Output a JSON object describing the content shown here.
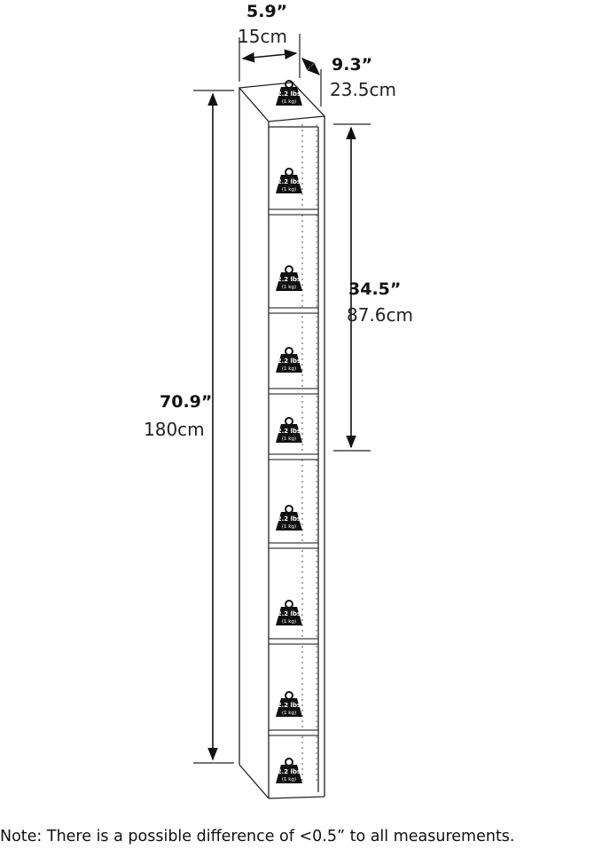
{
  "dimensions": {
    "width": {
      "imperial": "5.9”",
      "metric": "15cm"
    },
    "depth": {
      "imperial": "9.3”",
      "metric": "23.5cm"
    },
    "height": {
      "imperial": "70.9”",
      "metric": "180cm"
    },
    "compartment": {
      "imperial": "34.5”",
      "metric": "87.6cm"
    }
  },
  "weight_badge": {
    "line1": "2.2 lbs",
    "line2": "(1 kg)",
    "count": 9
  },
  "note": "Note: There is a possible difference of <0.5” to all measurements."
}
